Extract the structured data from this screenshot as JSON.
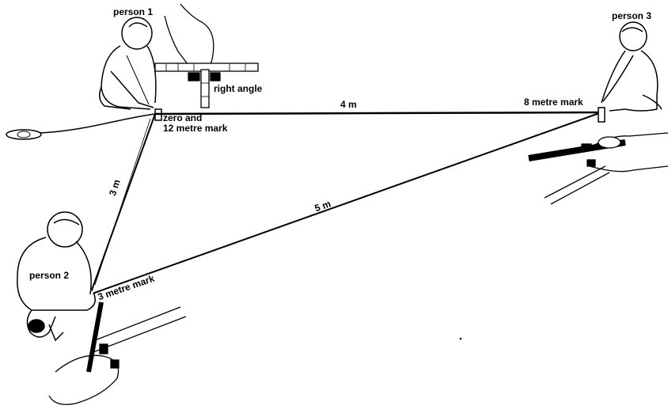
{
  "labels": {
    "person1": "person 1",
    "person2": "person 2",
    "person3": "person 3",
    "right_angle": "right angle",
    "zero_line1": "zero and",
    "zero_line2": "12 metre mark",
    "four_m": "4 m",
    "eight_mark": "8 metre mark",
    "three_m": "3 m",
    "five_m": "5 m",
    "three_mark": "3 metre mark"
  }
}
